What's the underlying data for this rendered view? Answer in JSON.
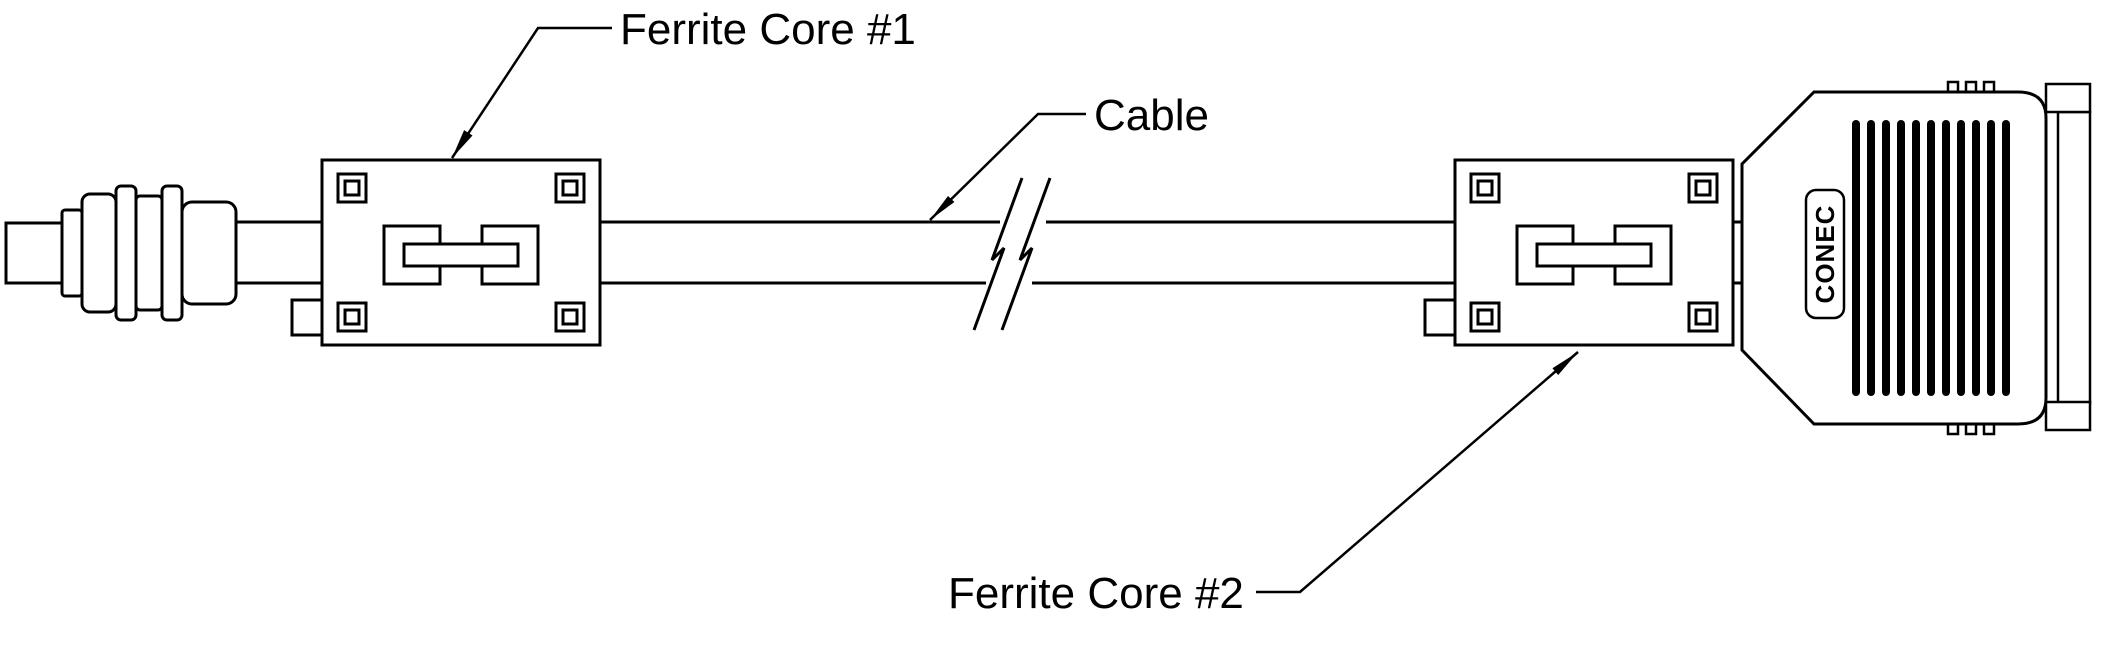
{
  "diagram": {
    "type": "technical-drawing",
    "description": "Cable assembly: circular connector on left, cable with break symbol, two snap-on ferrite cores, D-sub hood connector on right",
    "colors": {
      "background": "#ffffff",
      "line": "#000000"
    },
    "labels": {
      "ferrite_core_1": "Ferrite Core #1",
      "cable": "Cable",
      "ferrite_core_2": "Ferrite Core #2"
    },
    "connector_logo": "CONEC"
  }
}
